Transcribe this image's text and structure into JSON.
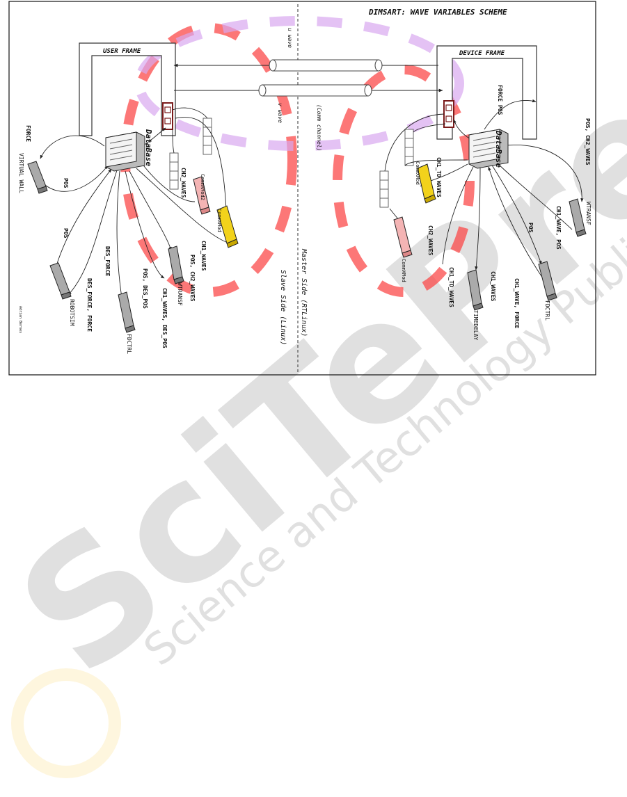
{
  "diagram": {
    "title": "DIMSART: WAVE VARIABLES SCHEME",
    "frames": {
      "user": "USER FRAME",
      "device": "DEVICE FRAME"
    },
    "channel": {
      "u_wave": "u wave",
      "v_wave": "v wave",
      "comm": "(Comm channel)"
    },
    "sides": {
      "master": "Master Side (RTLinux)",
      "slave": "Slave Side (Linux)"
    },
    "user_side": {
      "database": "DataBase",
      "virtual_wall": "VIRTUAL WALL",
      "force": "FORCE",
      "pos_wall": "POS",
      "pos_robot": "POS",
      "robotsim": "ROBOTSIM",
      "des_force": "DES_FORCE",
      "des_force_force": "DES_FORCE, FORCE",
      "fdctrl": "FDCTRL",
      "pos_des_pos": "POS, DES_POS",
      "ch1_waves_des_pos": "CH1_WAVES, DES_POS",
      "wtransf": "WTRANSF",
      "pos_ch2_waves": "POS, CH2_WAVES",
      "ch1_waves": "CH1_WAVES",
      "ch2_waves": "CH2_WAVES",
      "commxmod_a": "CommXMod2",
      "commxmod_b": "CommXMod"
    },
    "device_side": {
      "database": "DataBase",
      "force_pos": "FORCE  POS",
      "pos_ch2_waves": "POS, CH2_WAVES",
      "wtransf": "WTRANSF",
      "ch1_wave_pos": "CH1_WAVE, POS",
      "pos": "POS",
      "fdctrl": "FDCTRL",
      "ch1_wave_force": "CH1_WAVE, FORCE",
      "ch1_waves": "CH1_WAVES",
      "timedelay": "TIMEDELAY",
      "ch1_td_waves_a": "CH1_TD WAVES",
      "ch1_td_waves_b": "CH1_TD_WAVES",
      "ch2_waves": "CH2_WAVES",
      "commxmod_a": "CommXMod",
      "commxmod_b": "CommXMod"
    },
    "credit": "Adrian Bernes"
  },
  "colors": {
    "frame": "#333333",
    "yellow_module": "#f2d21b",
    "pink_module": "#f4b4b4",
    "gray_module": "#9a9a9a",
    "socket": "#7a1a1a",
    "dash_red": "#fb4a4a",
    "dash_violet": "#d9a8f0",
    "dash_orange": "#ffd9a0"
  }
}
